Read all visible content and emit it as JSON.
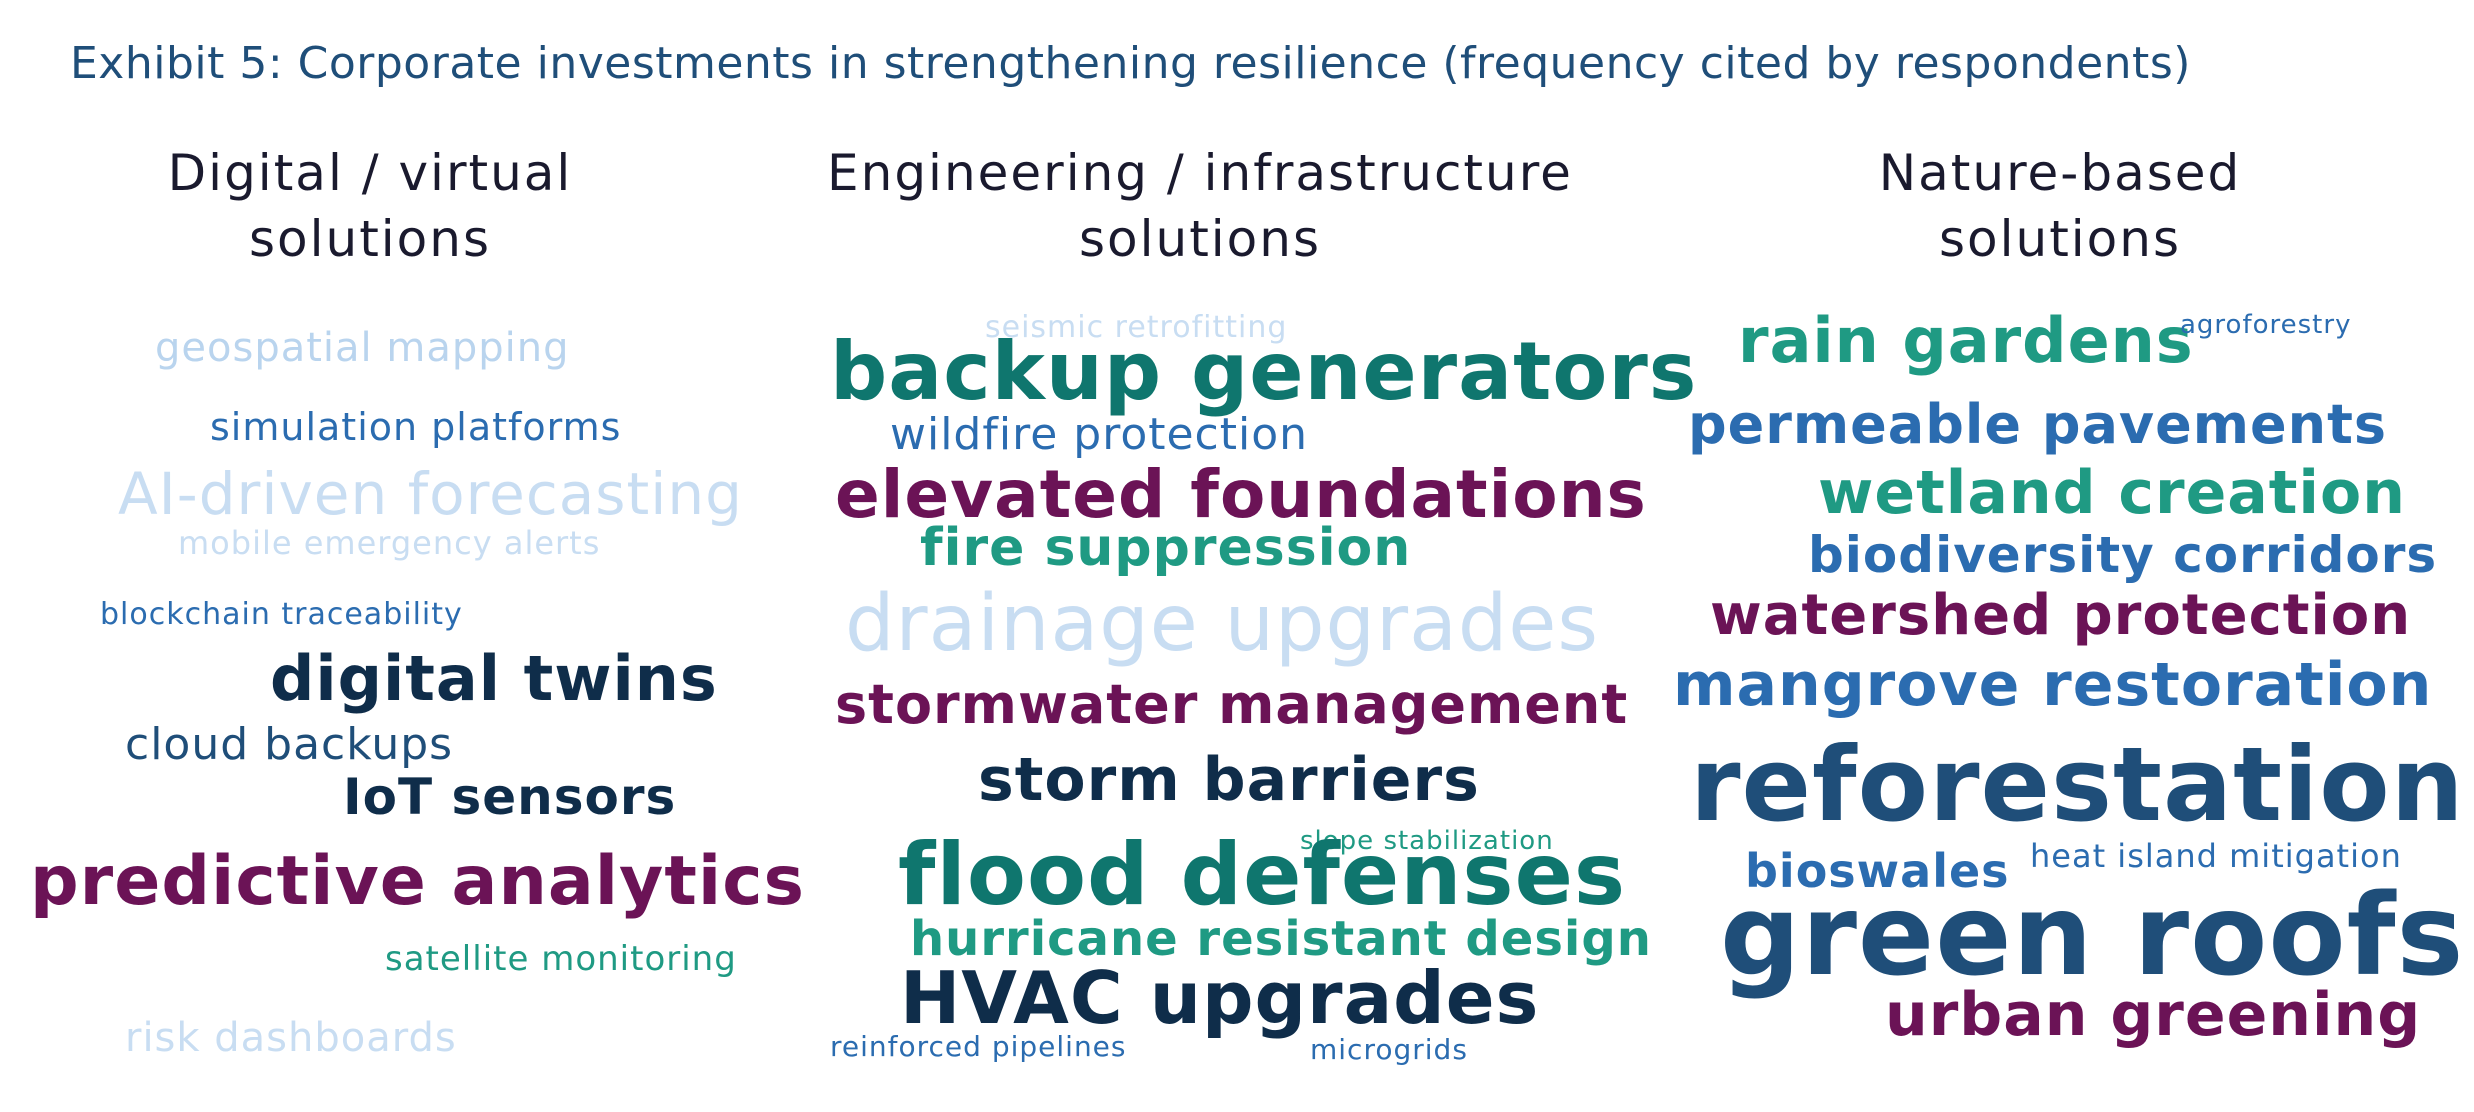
{
  "title": "Exhibit 5: Corporate investments in strengthening resilience (frequency cited by respondents)",
  "colors": {
    "title": "#1f4e79",
    "dark_navy": "#0f2d4a",
    "blue": "#2b6cb0",
    "teal": "#1f9a83",
    "dark_teal": "#0f766e",
    "plum": "#6b1356",
    "light_blue": "#b9d4ee"
  },
  "chart_data": {
    "type": "wordcloud",
    "panels": [
      {
        "title_lines": [
          "Digital / virtual",
          "solutions"
        ],
        "words": [
          {
            "text": "geospatial mapping",
            "weight": 2,
            "color": "#b9d4ee"
          },
          {
            "text": "simulation platforms",
            "weight": 2,
            "color": "#2b6cb0"
          },
          {
            "text": "AI-driven forecasting",
            "weight": 4,
            "color": "#c8ddf2"
          },
          {
            "text": "mobile emergency alerts",
            "weight": 1.5,
            "color": "#c8ddf2"
          },
          {
            "text": "blockchain traceability",
            "weight": 1,
            "color": "#2b6cb0"
          },
          {
            "text": "digital twins",
            "weight": 4,
            "color": "#0f2d4a"
          },
          {
            "text": "cloud backups",
            "weight": 2.5,
            "color": "#1f4e79"
          },
          {
            "text": "IoT sensors",
            "weight": 3,
            "color": "#0f2d4a"
          },
          {
            "text": "predictive analytics",
            "weight": 5,
            "color": "#6b1356"
          },
          {
            "text": "satellite monitoring",
            "weight": 2,
            "color": "#1f9a83"
          },
          {
            "text": "risk dashboards",
            "weight": 2.5,
            "color": "#c8ddf2"
          }
        ]
      },
      {
        "title_lines": [
          "Engineering / infrastructure",
          "solutions"
        ],
        "words": [
          {
            "text": "seismic retrofitting",
            "weight": 1,
            "color": "#c8ddf2"
          },
          {
            "text": "backup generators",
            "weight": 5,
            "color": "#0f766e"
          },
          {
            "text": "wildfire protection",
            "weight": 2.5,
            "color": "#2b6cb0"
          },
          {
            "text": "elevated foundations",
            "weight": 4.5,
            "color": "#6b1356"
          },
          {
            "text": "fire suppression",
            "weight": 3,
            "color": "#1f9a83"
          },
          {
            "text": "drainage upgrades",
            "weight": 5,
            "color": "#c8ddf2"
          },
          {
            "text": "stormwater management",
            "weight": 3.5,
            "color": "#6b1356"
          },
          {
            "text": "storm barriers",
            "weight": 4,
            "color": "#0f2d4a"
          },
          {
            "text": "slope stabilization",
            "weight": 1,
            "color": "#1f9a83"
          },
          {
            "text": "flood defenses",
            "weight": 6,
            "color": "#0f766e"
          },
          {
            "text": "hurricane resistant design",
            "weight": 3,
            "color": "#1f9a83"
          },
          {
            "text": "HVAC upgrades",
            "weight": 5,
            "color": "#0f2d4a"
          },
          {
            "text": "reinforced pipelines",
            "weight": 1,
            "color": "#2b6cb0"
          },
          {
            "text": "microgrids",
            "weight": 1,
            "color": "#2b6cb0"
          }
        ]
      },
      {
        "title_lines": [
          "Nature-based",
          "solutions"
        ],
        "words": [
          {
            "text": "rain gardens",
            "weight": 4,
            "color": "#1f9a83"
          },
          {
            "text": "agroforestry",
            "weight": 1,
            "color": "#2b6cb0"
          },
          {
            "text": "permeable pavements",
            "weight": 3.5,
            "color": "#2b6cb0"
          },
          {
            "text": "wetland creation",
            "weight": 4,
            "color": "#1f9a83"
          },
          {
            "text": "biodiversity corridors",
            "weight": 3.5,
            "color": "#2b6cb0"
          },
          {
            "text": "watershed protection",
            "weight": 3.5,
            "color": "#6b1356"
          },
          {
            "text": "mangrove restoration",
            "weight": 4,
            "color": "#2b6cb0"
          },
          {
            "text": "reforestation",
            "weight": 7,
            "color": "#1f4e79"
          },
          {
            "text": "bioswales",
            "weight": 3,
            "color": "#2b6cb0"
          },
          {
            "text": "heat island mitigation",
            "weight": 1.5,
            "color": "#2b6cb0"
          },
          {
            "text": "green roofs",
            "weight": 8,
            "color": "#1f4e79"
          },
          {
            "text": "urban greening",
            "weight": 4,
            "color": "#6b1356"
          }
        ]
      }
    ]
  }
}
